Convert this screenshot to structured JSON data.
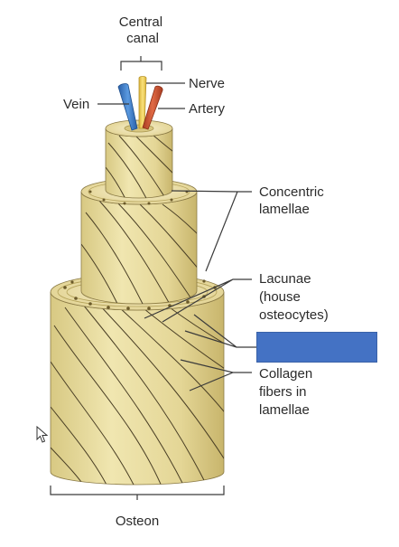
{
  "labels": {
    "central_canal": [
      "Central",
      "canal"
    ],
    "nerve": "Nerve",
    "vein": "Vein",
    "artery": "Artery",
    "concentric_lamellae": [
      "Concentric",
      "lamellae"
    ],
    "lacunae": [
      "Lacunae",
      "(house",
      "osteocytes)"
    ],
    "collagen_fibers": [
      "Collagen",
      "fibers in",
      "lamellae"
    ],
    "osteon": "Osteon"
  },
  "colors": {
    "bone_side": "#e7dc9c",
    "bone_top": "#f3ebbf",
    "bone_shadow": "#c9b86e",
    "vein": "#3a78c8",
    "nerve": "#f0cf52",
    "artery": "#c9502f",
    "answer_box": "#4472c4"
  }
}
